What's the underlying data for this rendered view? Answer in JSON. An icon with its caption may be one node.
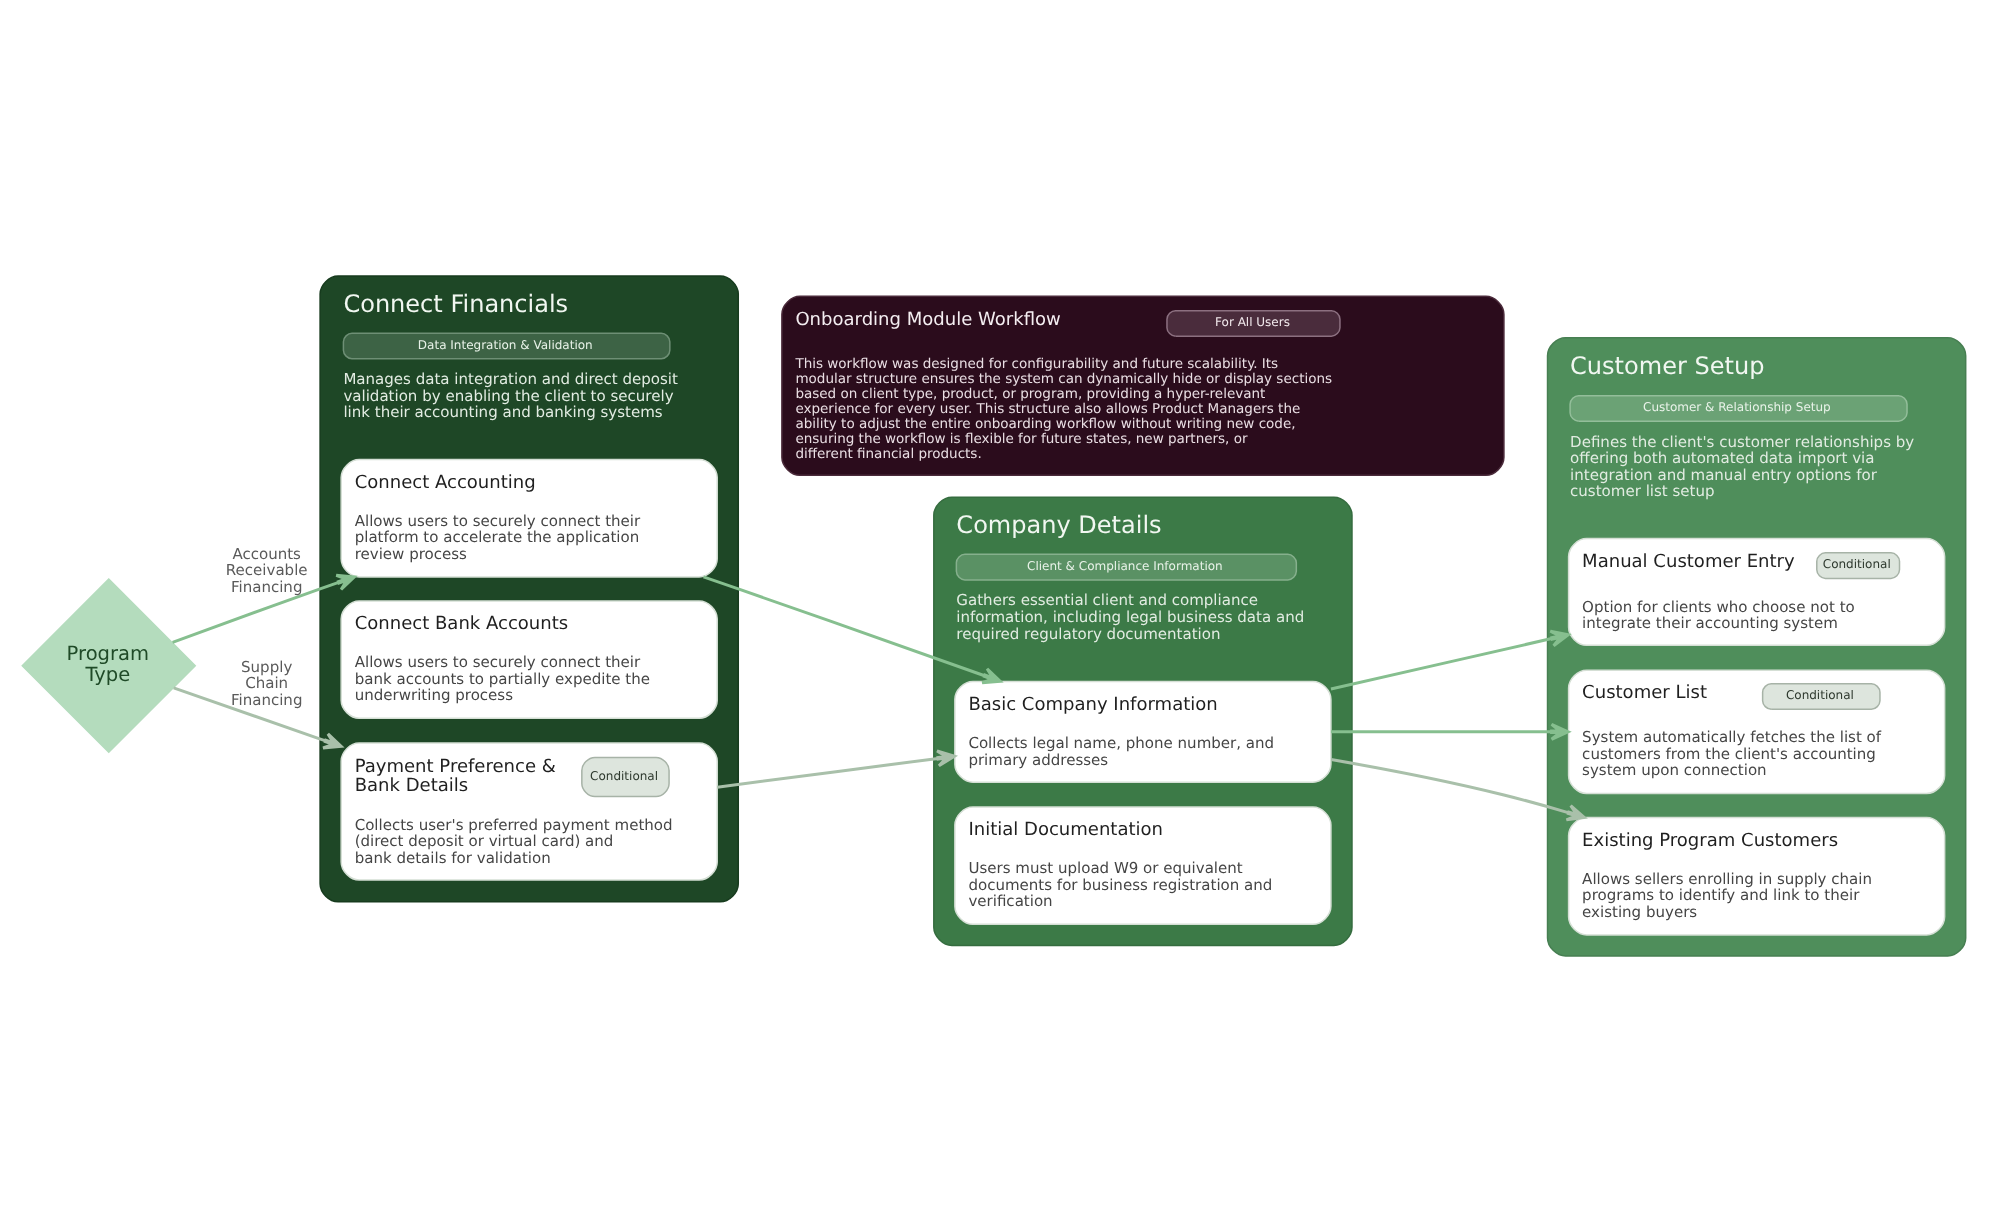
{
  "diagram": {
    "nodes": [
      {
        "text": [
          "Onboarding Module Workflow",
          "For All Users",
          "This workflow was designed for configurability and future scalability. Its modular structure ensures the system can dynamically hide or display sections based on client type, product, or program, providing a hyper-relevant experience for every user. This structure also allows Product Managers the ability to adjust the entire onboarding workflow without writing new code, ensuring the workflow is flexible for future states, new partners, or different financial products."
        ]
      },
      {
        "text": [
          "Program Type"
        ]
      },
      {
        "text": [
          "Connect Financials",
          "Data Integration & Validation",
          "Manages data integration and direct deposit validation by enabling the client to securely link their accounting and banking systems"
        ]
      },
      {
        "text": [
          "Connect Accounting",
          "Allows users to securely connect their platform to accelerate the application review process"
        ],
        "in": 2
      },
      {
        "text": [
          "Connect Bank Accounts",
          "Allows users to securely connect their bank accounts to partially expedite the underwriting process"
        ],
        "in": 2
      },
      {
        "text": [
          "Payment Preference & Bank Details",
          "Conditional",
          "Collects user's preferred payment method (direct deposit or virtual card) and bank details for validation"
        ],
        "in": 2
      },
      {
        "text": [
          "Company Details",
          "Client & Compliance Information",
          "Gathers essential client and compliance information, including legal business data and required regulatory documentation"
        ]
      },
      {
        "text": [
          "Basic Company Information",
          "Collects legal name, phone number, and primary addresses"
        ],
        "in": 6
      },
      {
        "text": [
          "Initial Documentation",
          "Users must upload W9 or equivalent documents for business registration and verification"
        ],
        "in": 6
      },
      {
        "text": [
          "Customer Setup",
          "Customer & Relationship Setup",
          "Defines the client's customer relationships by offering both automated data import via integration and manual entry options for customer list setup"
        ]
      },
      {
        "text": [
          "Manual Customer Entry",
          "Conditional",
          "Option for clients who choose not to integrate their accounting system"
        ],
        "in": 9
      },
      {
        "text": [
          "Customer List",
          "Conditional",
          "System automatically fetches the list of customers from the client's accounting system upon connection"
        ],
        "in": 9
      },
      {
        "text": [
          "Existing Program Customers",
          "Allows sellers enrolling in supply chain programs to identify and link to their existing buyers"
        ],
        "in": 9
      }
    ],
    "edges": [
      {
        "from": 1,
        "to": 3,
        "arrow": "to",
        "label": "Accounts Receivable Financing"
      },
      {
        "from": 1,
        "to": 5,
        "arrow": "to",
        "label": "Supply Chain Financing",
        "color": "#a9c0aa"
      },
      {
        "from": 3,
        "to": 7,
        "arrow": "to"
      },
      {
        "from": 5,
        "to": 7,
        "arrow": "to",
        "color": "#a9c0aa"
      },
      {
        "from": 7,
        "to": 10,
        "arrow": "to"
      },
      {
        "from": 7,
        "to": 11,
        "arrow": "to"
      },
      {
        "from": 7,
        "to": 12,
        "arrow": "to",
        "color": "#a9c0aa"
      }
    ]
  }
}
